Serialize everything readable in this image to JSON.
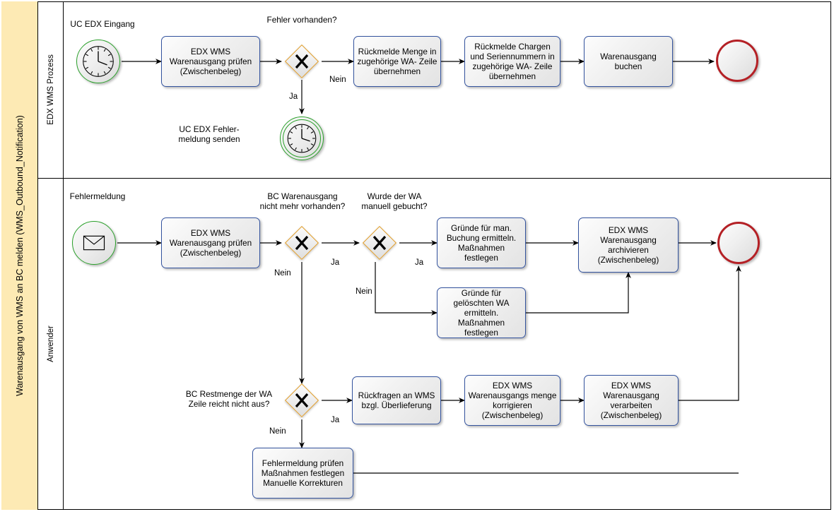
{
  "pool": {
    "title": "Warenausgang von WMS an BC melden\n(WMS_Outbound_Notification)",
    "lanes": [
      {
        "name": "EDX WMS Prozess"
      },
      {
        "name": "Anwender"
      }
    ]
  },
  "colors": {
    "pool_header_fill": "#fdeab4",
    "task_border": "#33539e",
    "gateway_border": "#e09b26",
    "start_event_border": "#2aa02a",
    "end_event_border": "#b42025",
    "connector": "#000000"
  },
  "lane1": {
    "start_event": {
      "label": "UC EDX Eingang",
      "icon": "clock-icon",
      "type": "timer-start-event"
    },
    "task1": {
      "label": "EDX WMS\nWarenausgang\nprüfen\n(Zwischenbeleg)"
    },
    "gateway1": {
      "label": "Fehler vorhanden?",
      "type": "exclusive-gateway",
      "branch_yes": "Ja",
      "branch_no": "Nein"
    },
    "task2": {
      "label": "Rückmelde Menge\nin zugehörige WA-\nZeile übernehmen"
    },
    "task3": {
      "label": "Rückmelde Chargen\nund Seriennummern\nin zugehörige WA-\nZeile übernehmen"
    },
    "task4": {
      "label": "Warenausgang\nbuchen"
    },
    "end_event": {
      "type": "end-event"
    },
    "intermediate_event": {
      "label": "UC EDX Fehler-\nmeldung senden",
      "icon": "clock-icon",
      "type": "timer-intermediate-event"
    }
  },
  "lane2": {
    "start_event": {
      "label": "Fehlermeldung",
      "icon": "envelope-icon",
      "type": "message-start-event"
    },
    "task1": {
      "label": "EDX WMS\nWarenausgang\nprüfen\n(Zwischenbeleg)"
    },
    "gateway1": {
      "label": "BC Warenausgang\nnicht mehr vorhanden?",
      "type": "exclusive-gateway",
      "branch_yes": "Ja",
      "branch_no": "Nein"
    },
    "gateway2": {
      "label": "Wurde der WA\nmanuell gebucht?",
      "type": "exclusive-gateway",
      "branch_yes": "Ja",
      "branch_no": "Nein"
    },
    "task2": {
      "label": "Gründe für man.\nBuchung ermitteln.\nMaßnahmen\nfestlegen"
    },
    "task3": {
      "label": "Gründe für gelöschten\nWA ermitteln.\nMaßnahmen\nfestlegen"
    },
    "task4": {
      "label": "EDX WMS\nWarenausgang\narchivieren\n(Zwischenbeleg)"
    },
    "end_event": {
      "type": "end-event"
    },
    "gateway3": {
      "label": "BC Restmenge der WA\nZeile reicht nicht aus?",
      "type": "exclusive-gateway",
      "branch_yes": "Ja",
      "branch_no": "Nein"
    },
    "task5": {
      "label": "Rückfragen an\nWMS bzgl.\nÜberlieferung"
    },
    "task6": {
      "label": "EDX WMS\nWarenausgangs\nmenge korrigieren\n(Zwischenbeleg)"
    },
    "task7": {
      "label": "EDX WMS\nWarenausgang\nverarbeiten\n(Zwischenbeleg)"
    },
    "task8": {
      "label": "Fehlermeldung prüfen\nMaßnahmen festlegen\nManuelle Korrekturen"
    }
  }
}
